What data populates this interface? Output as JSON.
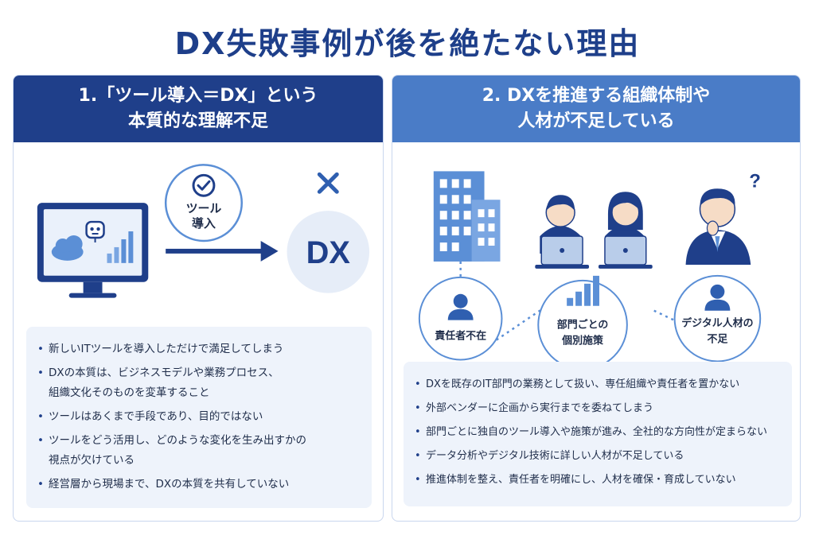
{
  "title": "DX失敗事例が後を絶たない理由",
  "left": {
    "header_line1": "1.「ツール導入＝DX」という",
    "header_line2": "本質的な理解不足",
    "tool_label_line1": "ツール",
    "tool_label_line2": "導入",
    "dx_label": "DX",
    "bullets": [
      [
        "新しいITツールを導入しただけで満足してしまう"
      ],
      [
        "DXの本質は、ビジネスモデルや業務プロセス、",
        "組織文化そのものを変革すること"
      ],
      [
        "ツールはあくまで手段であり、目的ではない"
      ],
      [
        "ツールをどう活用し、どのような変化を生み出すかの",
        "視点が欠けている"
      ],
      [
        "経営層から現場まで、DXの本質を共有していない"
      ]
    ]
  },
  "right": {
    "header_line1": "2. DXを推進する組織体制や",
    "header_line2": "人材が不足している",
    "circle1": "責任者不在",
    "circle2_line1": "部門ごとの",
    "circle2_line2": "個別施策",
    "circle3_line1": "デジタル人材の",
    "circle3_line2": "不足",
    "question_mark": "?",
    "bullets": [
      "DXを既存のIT部門の業務として扱い、専任組織や責任者を置かない",
      "外部ベンダーに企画から実行までを委ねてしまう",
      "部門ごとに独自のツール導入や施策が進み、全社的な方向性が定まらない",
      "データ分析やデジタル技術に詳しい人材が不足している",
      "推進体制を整え、責任者を明確にし、人材を確保・育成していない"
    ]
  },
  "colors": {
    "navy": "#1f3f8a",
    "mid_blue": "#4a7cc7",
    "light_blue": "#eef3fb",
    "icon_blue": "#5b8fd6"
  }
}
